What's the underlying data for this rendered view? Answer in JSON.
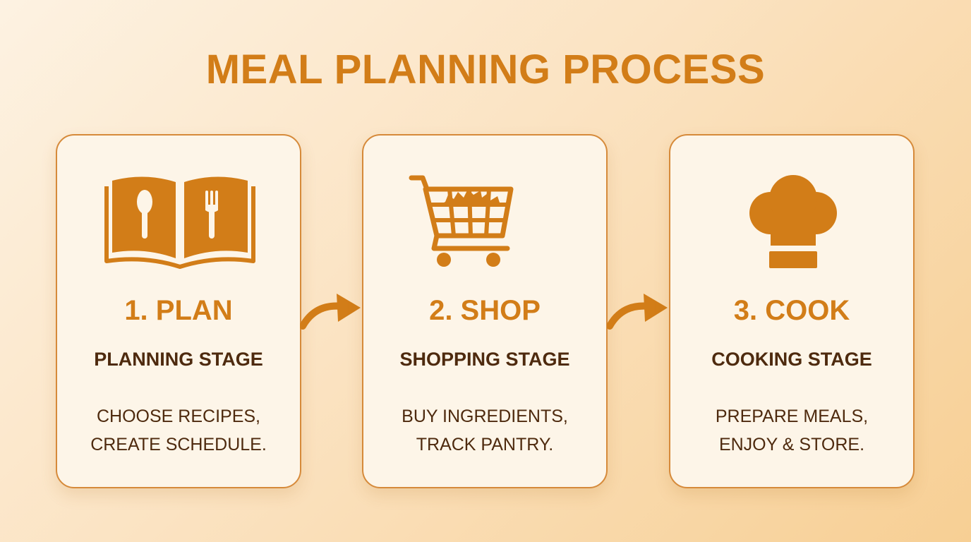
{
  "title": "MEAL PLANNING PROCESS",
  "colors": {
    "accent": "#d27d18",
    "text_dark": "#4e2a0e",
    "card_border": "#d68a3a",
    "card_bg": "#fdf5e8"
  },
  "steps": [
    {
      "title": "1. PLAN",
      "stage": "PLANNING STAGE",
      "description": [
        "CHOOSE RECIPES,",
        "CREATE SCHEDULE."
      ],
      "icon": "recipe-book-icon"
    },
    {
      "title": "2. SHOP",
      "stage": "SHOPPING STAGE",
      "description": [
        "BUY INGREDIENTS,",
        "TRACK PANTRY."
      ],
      "icon": "shopping-cart-icon"
    },
    {
      "title": "3. COOK",
      "stage": "COOKING STAGE",
      "description": [
        "PREPARE MEALS,",
        "ENJOY & STORE."
      ],
      "icon": "chef-hat-icon"
    }
  ]
}
